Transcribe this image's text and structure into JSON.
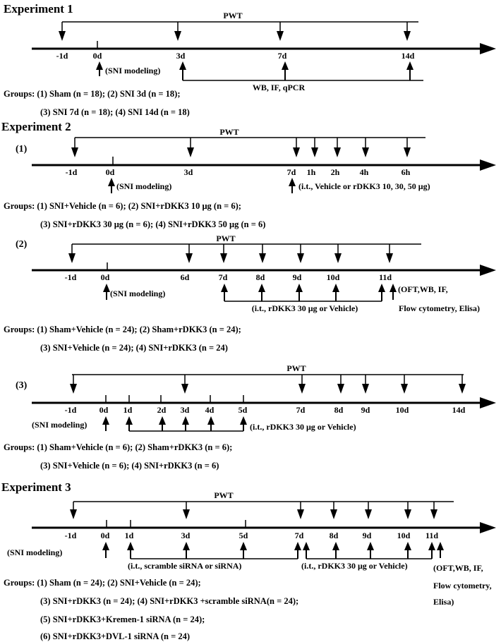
{
  "colors": {
    "ink": "#000000",
    "background": "#ffffff"
  },
  "experiments": [
    {
      "key": "e1",
      "title": "Experiment 1",
      "pwt_label": "PWT",
      "timeline_labels": [
        "-1d",
        "0d",
        "3d",
        "7d",
        "14d"
      ],
      "sni_label": "(SNI modeling)",
      "assay_label": "WB, IF, qPCR",
      "groups": [
        "Groups: (1) Sham (n = 18); (2) SNI 3d (n = 18);",
        "(3) SNI 7d (n = 18); (4) SNI 14d (n =  18)"
      ]
    },
    {
      "key": "e2",
      "title": "Experiment 2",
      "parts": [
        {
          "key": "p1",
          "label": "(1)",
          "pwt_label": "PWT",
          "timeline_labels": [
            "-1d",
            "0d",
            "3d",
            "7d",
            "1h",
            "2h",
            "4h",
            "6h"
          ],
          "sni_label": "(SNI modeling)",
          "treatment_label": "(i.t., Vehicle or rDKK3 10, 30, 50 μg)",
          "groups": [
            "Groups: (1) SNI+Vehicle (n = 6); (2) SNI+rDKK3 10 μg (n = 6);",
            "(3) SNI+rDKK3 30 μg (n = 6); (4) SNI+rDKK3 50 μg (n = 6)"
          ]
        },
        {
          "key": "p2",
          "label": "(2)",
          "pwt_label": "PWT",
          "timeline_labels": [
            "-1d",
            "0d",
            "6d",
            "7d",
            "8d",
            "9d",
            "10d",
            "11d"
          ],
          "sni_label": "(SNI modeling)",
          "treatment_label": "(i.t., rDKK3 30 μg or Vehicle)",
          "assay_lines": [
            "(OFT,WB, IF,",
            "Flow cytometry, Elisa)"
          ],
          "groups": [
            "Groups: (1) Sham+Vehicle (n = 24); (2) Sham+rDKK3 (n = 24);",
            "(3) SNI+Vehicle (n = 24); (4) SNI+rDKK3 (n = 24)"
          ]
        },
        {
          "key": "p3",
          "label": "(3)",
          "pwt_label": "PWT",
          "timeline_labels": [
            "-1d",
            "0d",
            "1d",
            "2d",
            "3d",
            "4d",
            "5d",
            "7d",
            "8d",
            "9d",
            "10d",
            "14d"
          ],
          "sni_label": "(SNI modeling)",
          "treatment_label": "(i.t., rDKK3 30 μg or Vehicle)",
          "groups": [
            "Groups: (1) Sham+Vehicle (n = 6); (2) Sham+rDKK3 (n = 6);",
            "(3) SNI+Vehicle (n = 6); (4) SNI+rDKK3 (n = 6)"
          ]
        }
      ]
    },
    {
      "key": "e3",
      "title": "Experiment 3",
      "pwt_label": "PWT",
      "timeline_labels": [
        "-1d",
        "0d",
        "1d",
        "3d",
        "5d",
        "7d",
        "8d",
        "9d",
        "10d",
        "11d"
      ],
      "sni_label": "(SNI modeling)",
      "sirna_label": "(i.t., scramble siRNA or siRNA)",
      "treatment_label": "(i.t., rDKK3 30 μg or Vehicle)",
      "assay_lines": [
        "(OFT,WB, IF,",
        "Flow cytometry,",
        "Elisa)"
      ],
      "groups": [
        "Groups: (1) Sham (n = 24); (2) SNI+Vehicle (n = 24);",
        "(3) SNI+rDKK3 (n = 24); (4) SNI+rDKK3 +scramble siRNA(n = 24);",
        "(5) SNI+rDKK3+Kremen-1 siRNA (n = 24);",
        "(6) SNI+rDKK3+DVL-1 siRNA (n = 24)"
      ]
    }
  ]
}
